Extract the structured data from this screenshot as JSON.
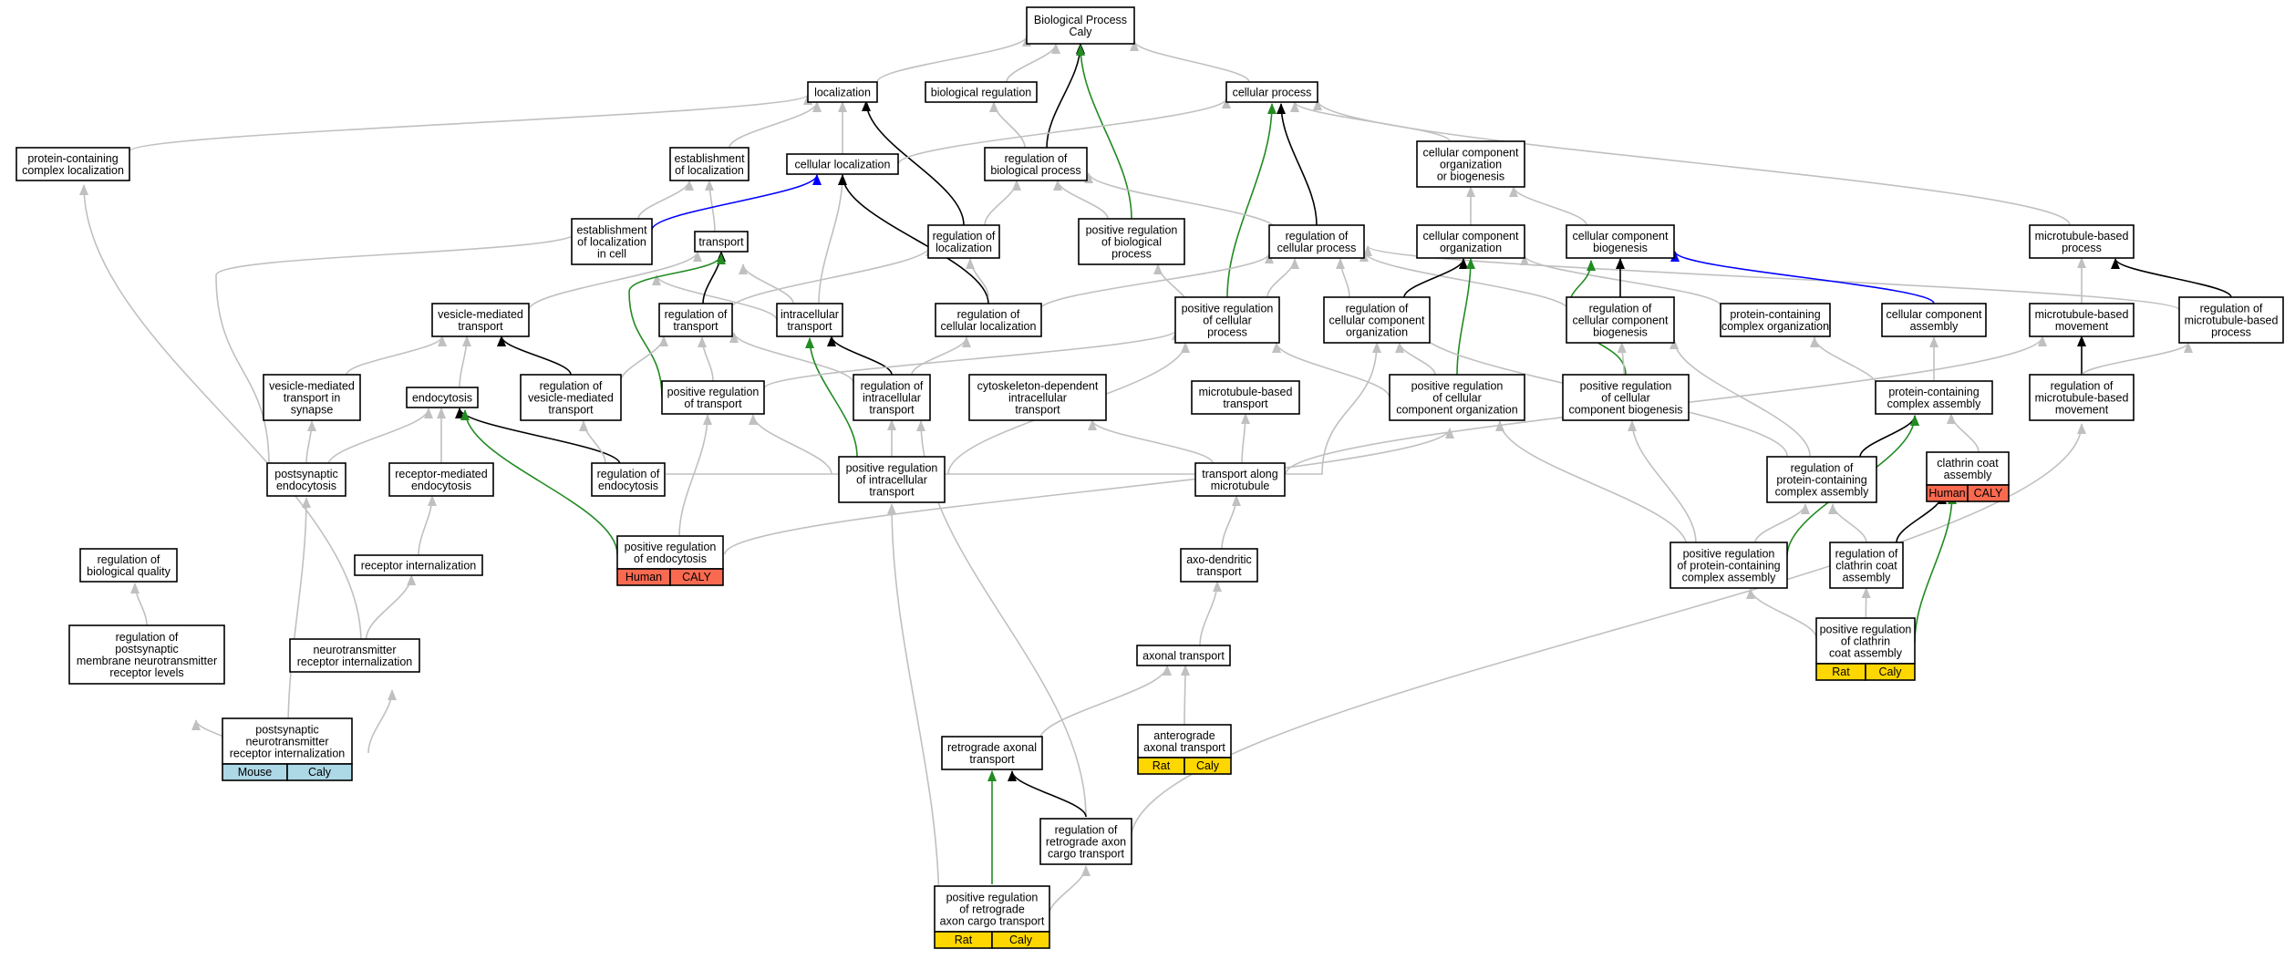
{
  "title": "Biological Process Caly GO graph",
  "colors": {
    "is_a": "#c0c0c0",
    "part_of": "#1e1e1e",
    "positively_regulates": "#228b22",
    "regulates": "#000000",
    "has_part": "#0000ff",
    "human": "#fa6a50",
    "rat": "#ffd700",
    "mouse": "#add8e6"
  },
  "nodes": [
    {
      "id": "root",
      "lines": [
        "Biological Process",
        "Caly"
      ]
    },
    {
      "id": "localization",
      "lines": [
        "localization"
      ]
    },
    {
      "id": "bioreg",
      "lines": [
        "biological regulation"
      ]
    },
    {
      "id": "cellproc",
      "lines": [
        "cellular process"
      ]
    },
    {
      "id": "pcl",
      "lines": [
        "protein-containing",
        "complex localization"
      ]
    },
    {
      "id": "estloc",
      "lines": [
        "establishment",
        "of localization"
      ]
    },
    {
      "id": "cellloc",
      "lines": [
        "cellular localization"
      ]
    },
    {
      "id": "regbio",
      "lines": [
        "regulation of",
        "biological process"
      ]
    },
    {
      "id": "ccob",
      "lines": [
        "cellular component",
        "organization",
        "or biogenesis"
      ]
    },
    {
      "id": "estlocell",
      "lines": [
        "establishment",
        "of localization",
        "in cell"
      ]
    },
    {
      "id": "transport",
      "lines": [
        "transport"
      ]
    },
    {
      "id": "regloc",
      "lines": [
        "regulation of",
        "localization"
      ]
    },
    {
      "id": "posregbio",
      "lines": [
        "positive regulation",
        "of biological",
        "process"
      ]
    },
    {
      "id": "regcell",
      "lines": [
        "regulation of",
        "cellular process"
      ]
    },
    {
      "id": "cco",
      "lines": [
        "cellular component",
        "organization"
      ]
    },
    {
      "id": "ccb",
      "lines": [
        "cellular component",
        "biogenesis"
      ]
    },
    {
      "id": "mtproc",
      "lines": [
        "microtubule-based",
        "process"
      ]
    },
    {
      "id": "vmt",
      "lines": [
        "vesicle-mediated",
        "transport"
      ]
    },
    {
      "id": "regtrans",
      "lines": [
        "regulation of",
        "transport"
      ]
    },
    {
      "id": "intracell",
      "lines": [
        "intracellular",
        "transport"
      ]
    },
    {
      "id": "regcellloc",
      "lines": [
        "regulation of",
        "cellular localization"
      ]
    },
    {
      "id": "posregcell",
      "lines": [
        "positive regulation",
        "of cellular",
        "process"
      ]
    },
    {
      "id": "regcco",
      "lines": [
        "regulation of",
        "cellular component",
        "organization"
      ]
    },
    {
      "id": "regccb",
      "lines": [
        "regulation of",
        "cellular component",
        "biogenesis"
      ]
    },
    {
      "id": "pco",
      "lines": [
        "protein-containing",
        "complex organization"
      ]
    },
    {
      "id": "cca",
      "lines": [
        "cellular component",
        "assembly"
      ]
    },
    {
      "id": "mtmove",
      "lines": [
        "microtubule-based",
        "movement"
      ]
    },
    {
      "id": "regmtproc",
      "lines": [
        "regulation of",
        "microtubule-based",
        "process"
      ]
    },
    {
      "id": "vmtsyn",
      "lines": [
        "vesicle-mediated",
        "transport in",
        "synapse"
      ]
    },
    {
      "id": "endocytosis",
      "lines": [
        "endocytosis"
      ]
    },
    {
      "id": "regvmt",
      "lines": [
        "regulation of",
        "vesicle-mediated",
        "transport"
      ]
    },
    {
      "id": "posregtrans",
      "lines": [
        "positive regulation",
        "of transport"
      ]
    },
    {
      "id": "regintra",
      "lines": [
        "regulation of",
        "intracellular",
        "transport"
      ]
    },
    {
      "id": "cdit",
      "lines": [
        "cytoskeleton-dependent",
        "intracellular",
        "transport"
      ]
    },
    {
      "id": "mtbt",
      "lines": [
        "microtubule-based",
        "transport"
      ]
    },
    {
      "id": "posregcco",
      "lines": [
        "positive regulation",
        "of cellular",
        "component organization"
      ]
    },
    {
      "id": "posregccb",
      "lines": [
        "positive regulation",
        "of cellular",
        "component biogenesis"
      ]
    },
    {
      "id": "pca",
      "lines": [
        "protein-containing",
        "complex assembly"
      ]
    },
    {
      "id": "regmtmove",
      "lines": [
        "regulation of",
        "microtubule-based",
        "movement"
      ]
    },
    {
      "id": "psendo",
      "lines": [
        "postsynaptic",
        "endocytosis"
      ]
    },
    {
      "id": "rme",
      "lines": [
        "receptor-mediated",
        "endocytosis"
      ]
    },
    {
      "id": "regendo",
      "lines": [
        "regulation of",
        "endocytosis"
      ]
    },
    {
      "id": "posregintra",
      "lines": [
        "positive regulation",
        "of intracellular",
        "transport"
      ]
    },
    {
      "id": "tamt",
      "lines": [
        "transport along",
        "microtubule"
      ]
    },
    {
      "id": "regpca",
      "lines": [
        "regulation of",
        "protein-containing",
        "complex assembly"
      ]
    },
    {
      "id": "clathrin",
      "lines": [
        "clathrin coat",
        "assembly"
      ],
      "badge": [
        "Human",
        "CALY"
      ],
      "badge_color": "human"
    },
    {
      "id": "regbq",
      "lines": [
        "regulation of",
        "biological quality"
      ]
    },
    {
      "id": "recint",
      "lines": [
        "receptor internalization"
      ]
    },
    {
      "id": "posregendo",
      "lines": [
        "positive regulation",
        "of endocytosis"
      ],
      "badge": [
        "Human",
        "CALY"
      ],
      "badge_color": "human"
    },
    {
      "id": "adt",
      "lines": [
        "axo-dendritic",
        "transport"
      ]
    },
    {
      "id": "posregpca",
      "lines": [
        "positive regulation",
        "of protein-containing",
        "complex assembly"
      ]
    },
    {
      "id": "regclath",
      "lines": [
        "regulation of",
        "clathrin coat",
        "assembly"
      ]
    },
    {
      "id": "regpsm",
      "lines": [
        "regulation of",
        "postsynaptic",
        "membrane neurotransmitter",
        "receptor levels"
      ]
    },
    {
      "id": "ntri",
      "lines": [
        "neurotransmitter",
        "receptor internalization"
      ]
    },
    {
      "id": "axt",
      "lines": [
        "axonal transport"
      ]
    },
    {
      "id": "posregclath",
      "lines": [
        "positive regulation",
        "of clathrin",
        "coat assembly"
      ],
      "badge": [
        "Rat",
        "Caly"
      ],
      "badge_color": "rat"
    },
    {
      "id": "psnri",
      "lines": [
        "postsynaptic",
        "neurotransmitter",
        "receptor internalization"
      ],
      "badge": [
        "Mouse",
        "Caly"
      ],
      "badge_color": "mouse"
    },
    {
      "id": "ant",
      "lines": [
        "anterograde",
        "axonal transport"
      ],
      "badge": [
        "Rat",
        "Caly"
      ],
      "badge_color": "rat"
    },
    {
      "id": "rat",
      "lines": [
        "retrograde axonal",
        "transport"
      ]
    },
    {
      "id": "regract",
      "lines": [
        "regulation of",
        "retrograde axon",
        "cargo transport"
      ]
    },
    {
      "id": "posregract",
      "lines": [
        "positive regulation",
        "of retrograde",
        "axon cargo transport"
      ],
      "badge": [
        "Rat",
        "Caly"
      ],
      "badge_color": "rat"
    }
  ],
  "edges": [
    {
      "from": "localization",
      "to": "root",
      "type": "is_a"
    },
    {
      "from": "bioreg",
      "to": "root",
      "type": "is_a"
    },
    {
      "from": "cellproc",
      "to": "root",
      "type": "is_a"
    },
    {
      "from": "regbio",
      "to": "root",
      "type": "regulates"
    },
    {
      "from": "posregbio",
      "to": "root",
      "type": "positively_regulates"
    },
    {
      "from": "pcl",
      "to": "localization",
      "type": "is_a"
    },
    {
      "from": "estloc",
      "to": "localization",
      "type": "is_a"
    },
    {
      "from": "cellloc",
      "to": "localization",
      "type": "is_a"
    },
    {
      "from": "regloc",
      "to": "localization",
      "type": "regulates"
    },
    {
      "from": "regbio",
      "to": "bioreg",
      "type": "is_a"
    },
    {
      "from": "cellloc",
      "to": "cellproc",
      "type": "is_a"
    },
    {
      "from": "ccob",
      "to": "cellproc",
      "type": "is_a"
    },
    {
      "from": "mtproc",
      "to": "cellproc",
      "type": "is_a"
    },
    {
      "from": "regcell",
      "to": "cellproc",
      "type": "regulates"
    },
    {
      "from": "posregcell",
      "to": "cellproc",
      "type": "positively_regulates"
    },
    {
      "from": "cco",
      "to": "ccob",
      "type": "is_a"
    },
    {
      "from": "ccb",
      "to": "ccob",
      "type": "is_a"
    },
    {
      "from": "estlocell",
      "to": "estloc",
      "type": "is_a"
    },
    {
      "from": "transport",
      "to": "estloc",
      "type": "is_a"
    },
    {
      "from": "estlocell",
      "to": "cellloc",
      "type": "has_part"
    },
    {
      "from": "intracell",
      "to": "cellloc",
      "type": "is_a"
    },
    {
      "from": "regcellloc",
      "to": "cellloc",
      "type": "regulates"
    },
    {
      "from": "regloc",
      "to": "regbio",
      "type": "is_a"
    },
    {
      "from": "posregbio",
      "to": "regbio",
      "type": "is_a"
    },
    {
      "from": "regcell",
      "to": "regbio",
      "type": "is_a"
    },
    {
      "from": "intracell",
      "to": "estlocell",
      "type": "is_a"
    },
    {
      "from": "psendo",
      "to": "estlocell",
      "type": "is_a"
    },
    {
      "from": "regtrans",
      "to": "transport",
      "type": "regulates"
    },
    {
      "from": "posregtrans",
      "to": "transport",
      "type": "positively_regulates"
    },
    {
      "from": "vmt",
      "to": "transport",
      "type": "is_a"
    },
    {
      "from": "intracell",
      "to": "transport",
      "type": "is_a"
    },
    {
      "from": "regtrans",
      "to": "regloc",
      "type": "is_a"
    },
    {
      "from": "regcellloc",
      "to": "regloc",
      "type": "is_a"
    },
    {
      "from": "posregcell",
      "to": "posregbio",
      "type": "is_a"
    },
    {
      "from": "regcellloc",
      "to": "regcell",
      "type": "is_a"
    },
    {
      "from": "posregcell",
      "to": "regcell",
      "type": "is_a"
    },
    {
      "from": "regcco",
      "to": "regcell",
      "type": "is_a"
    },
    {
      "from": "regccb",
      "to": "regcell",
      "type": "is_a"
    },
    {
      "from": "regmtproc",
      "to": "regcell",
      "type": "is_a"
    },
    {
      "from": "regcco",
      "to": "cco",
      "type": "regulates"
    },
    {
      "from": "posregcco",
      "to": "cco",
      "type": "positively_regulates"
    },
    {
      "from": "pco",
      "to": "cco",
      "type": "is_a"
    },
    {
      "from": "regccb",
      "to": "ccb",
      "type": "regulates"
    },
    {
      "from": "posregccb",
      "to": "ccb",
      "type": "positively_regulates"
    },
    {
      "from": "cca",
      "to": "ccb",
      "type": "has_part"
    },
    {
      "from": "mtmove",
      "to": "mtproc",
      "type": "is_a"
    },
    {
      "from": "regmtproc",
      "to": "mtproc",
      "type": "regulates"
    },
    {
      "from": "vmtsyn",
      "to": "vmt",
      "type": "is_a"
    },
    {
      "from": "endocytosis",
      "to": "vmt",
      "type": "is_a"
    },
    {
      "from": "regvmt",
      "to": "vmt",
      "type": "regulates"
    },
    {
      "from": "regvmt",
      "to": "regtrans",
      "type": "is_a"
    },
    {
      "from": "posregtrans",
      "to": "regtrans",
      "type": "is_a"
    },
    {
      "from": "regintra",
      "to": "regtrans",
      "type": "is_a"
    },
    {
      "from": "regintra",
      "to": "intracell",
      "type": "regulates"
    },
    {
      "from": "posregintra",
      "to": "intracell",
      "type": "positively_regulates"
    },
    {
      "from": "regintra",
      "to": "regcellloc",
      "type": "is_a"
    },
    {
      "from": "posregtrans",
      "to": "posregcell",
      "type": "is_a"
    },
    {
      "from": "posregintra",
      "to": "posregcell",
      "type": "is_a"
    },
    {
      "from": "posregcco",
      "to": "posregcell",
      "type": "is_a"
    },
    {
      "from": "posregcco",
      "to": "regcco",
      "type": "is_a"
    },
    {
      "from": "regpca",
      "to": "regcco",
      "type": "is_a"
    },
    {
      "from": "posregccb",
      "to": "regccb",
      "type": "is_a"
    },
    {
      "from": "regpca",
      "to": "regccb",
      "type": "is_a"
    },
    {
      "from": "pca",
      "to": "pco",
      "type": "is_a"
    },
    {
      "from": "pca",
      "to": "cca",
      "type": "is_a"
    },
    {
      "from": "tamt",
      "to": "mtmove",
      "type": "is_a"
    },
    {
      "from": "regmtmove",
      "to": "mtmove",
      "type": "regulates"
    },
    {
      "from": "regmtmove",
      "to": "regmtproc",
      "type": "is_a"
    },
    {
      "from": "psendo",
      "to": "vmtsyn",
      "type": "is_a"
    },
    {
      "from": "psendo",
      "to": "endocytosis",
      "type": "is_a"
    },
    {
      "from": "rme",
      "to": "endocytosis",
      "type": "is_a"
    },
    {
      "from": "regendo",
      "to": "endocytosis",
      "type": "regulates"
    },
    {
      "from": "posregendo",
      "to": "endocytosis",
      "type": "positively_regulates"
    },
    {
      "from": "regendo",
      "to": "regvmt",
      "type": "is_a"
    },
    {
      "from": "posregendo",
      "to": "posregtrans",
      "type": "is_a"
    },
    {
      "from": "posregintra",
      "to": "posregtrans",
      "type": "is_a"
    },
    {
      "from": "posregintra",
      "to": "regintra",
      "type": "is_a"
    },
    {
      "from": "regract",
      "to": "regintra",
      "type": "is_a"
    },
    {
      "from": "tamt",
      "to": "cdit",
      "type": "is_a"
    },
    {
      "from": "tamt",
      "to": "mtbt",
      "type": "is_a"
    },
    {
      "from": "posregendo",
      "to": "posregcco",
      "type": "is_a"
    },
    {
      "from": "posregpca",
      "to": "posregcco",
      "type": "is_a"
    },
    {
      "from": "posregpca",
      "to": "posregccb",
      "type": "is_a"
    },
    {
      "from": "regpca",
      "to": "pca",
      "type": "regulates"
    },
    {
      "from": "posregpca",
      "to": "pca",
      "type": "positively_regulates"
    },
    {
      "from": "clathrin",
      "to": "pca",
      "type": "is_a"
    },
    {
      "from": "regract",
      "to": "regmtmove",
      "type": "is_a"
    },
    {
      "from": "recint",
      "to": "rme",
      "type": "is_a"
    },
    {
      "from": "regendo",
      "to": "regcco",
      "type": "is_a"
    },
    {
      "from": "adt",
      "to": "tamt",
      "type": "is_a"
    },
    {
      "from": "posregpca",
      "to": "regpca",
      "type": "is_a"
    },
    {
      "from": "regclath",
      "to": "regpca",
      "type": "is_a"
    },
    {
      "from": "regclath",
      "to": "clathrin",
      "type": "regulates"
    },
    {
      "from": "posregclath",
      "to": "clathrin",
      "type": "positively_regulates"
    },
    {
      "from": "regpsm",
      "to": "regbq",
      "type": "is_a"
    },
    {
      "from": "ntri",
      "to": "recint",
      "type": "is_a"
    },
    {
      "from": "ntri",
      "to": "pcl",
      "type": "is_a"
    },
    {
      "from": "axt",
      "to": "adt",
      "type": "is_a"
    },
    {
      "from": "posregclath",
      "to": "posregpca",
      "type": "is_a"
    },
    {
      "from": "posregclath",
      "to": "regclath",
      "type": "is_a"
    },
    {
      "from": "psnri",
      "to": "regpsm",
      "type": "is_a"
    },
    {
      "from": "psnri",
      "to": "ntri",
      "type": "is_a"
    },
    {
      "from": "psnri",
      "to": "psendo",
      "type": "is_a"
    },
    {
      "from": "ant",
      "to": "axt",
      "type": "is_a"
    },
    {
      "from": "rat",
      "to": "axt",
      "type": "is_a"
    },
    {
      "from": "regract",
      "to": "rat",
      "type": "regulates"
    },
    {
      "from": "posregract",
      "to": "rat",
      "type": "positively_regulates"
    },
    {
      "from": "posregract",
      "to": "regract",
      "type": "is_a"
    },
    {
      "from": "posregract",
      "to": "posregintra",
      "type": "is_a"
    }
  ]
}
